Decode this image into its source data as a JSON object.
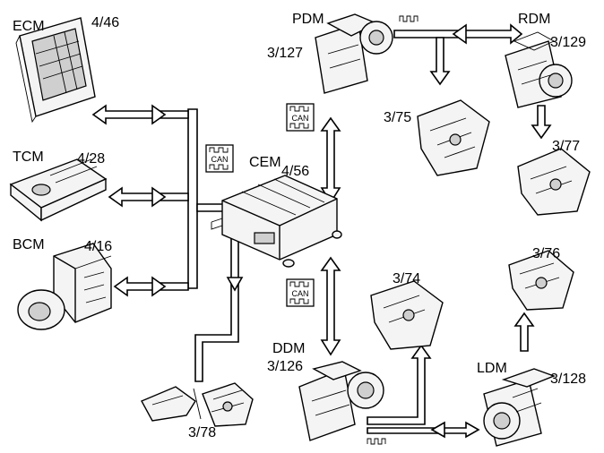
{
  "modules": {
    "ecm": {
      "name": "ECM",
      "ref": "4/46"
    },
    "tcm": {
      "name": "TCM",
      "ref": "4/28"
    },
    "bcm": {
      "name": "BCM",
      "ref": "4/16"
    },
    "cem": {
      "name": "CEM",
      "ref": "4/56"
    },
    "pdm": {
      "name": "PDM",
      "ref": "3/127"
    },
    "rdm": {
      "name": "RDM",
      "ref": "3/129"
    },
    "ddm": {
      "name": "DDM",
      "ref": "3/126"
    },
    "ldm": {
      "name": "LDM",
      "ref": "3/128"
    }
  },
  "locks": {
    "pdm_lock": "3/75",
    "rdm_lock": "3/77",
    "ddm_lock": "3/74",
    "ldm_lock": "3/76",
    "tailgate_lock": "3/78"
  },
  "bus_badges": {
    "can_1": "CAN",
    "can_2": "CAN",
    "can_3": "CAN"
  }
}
